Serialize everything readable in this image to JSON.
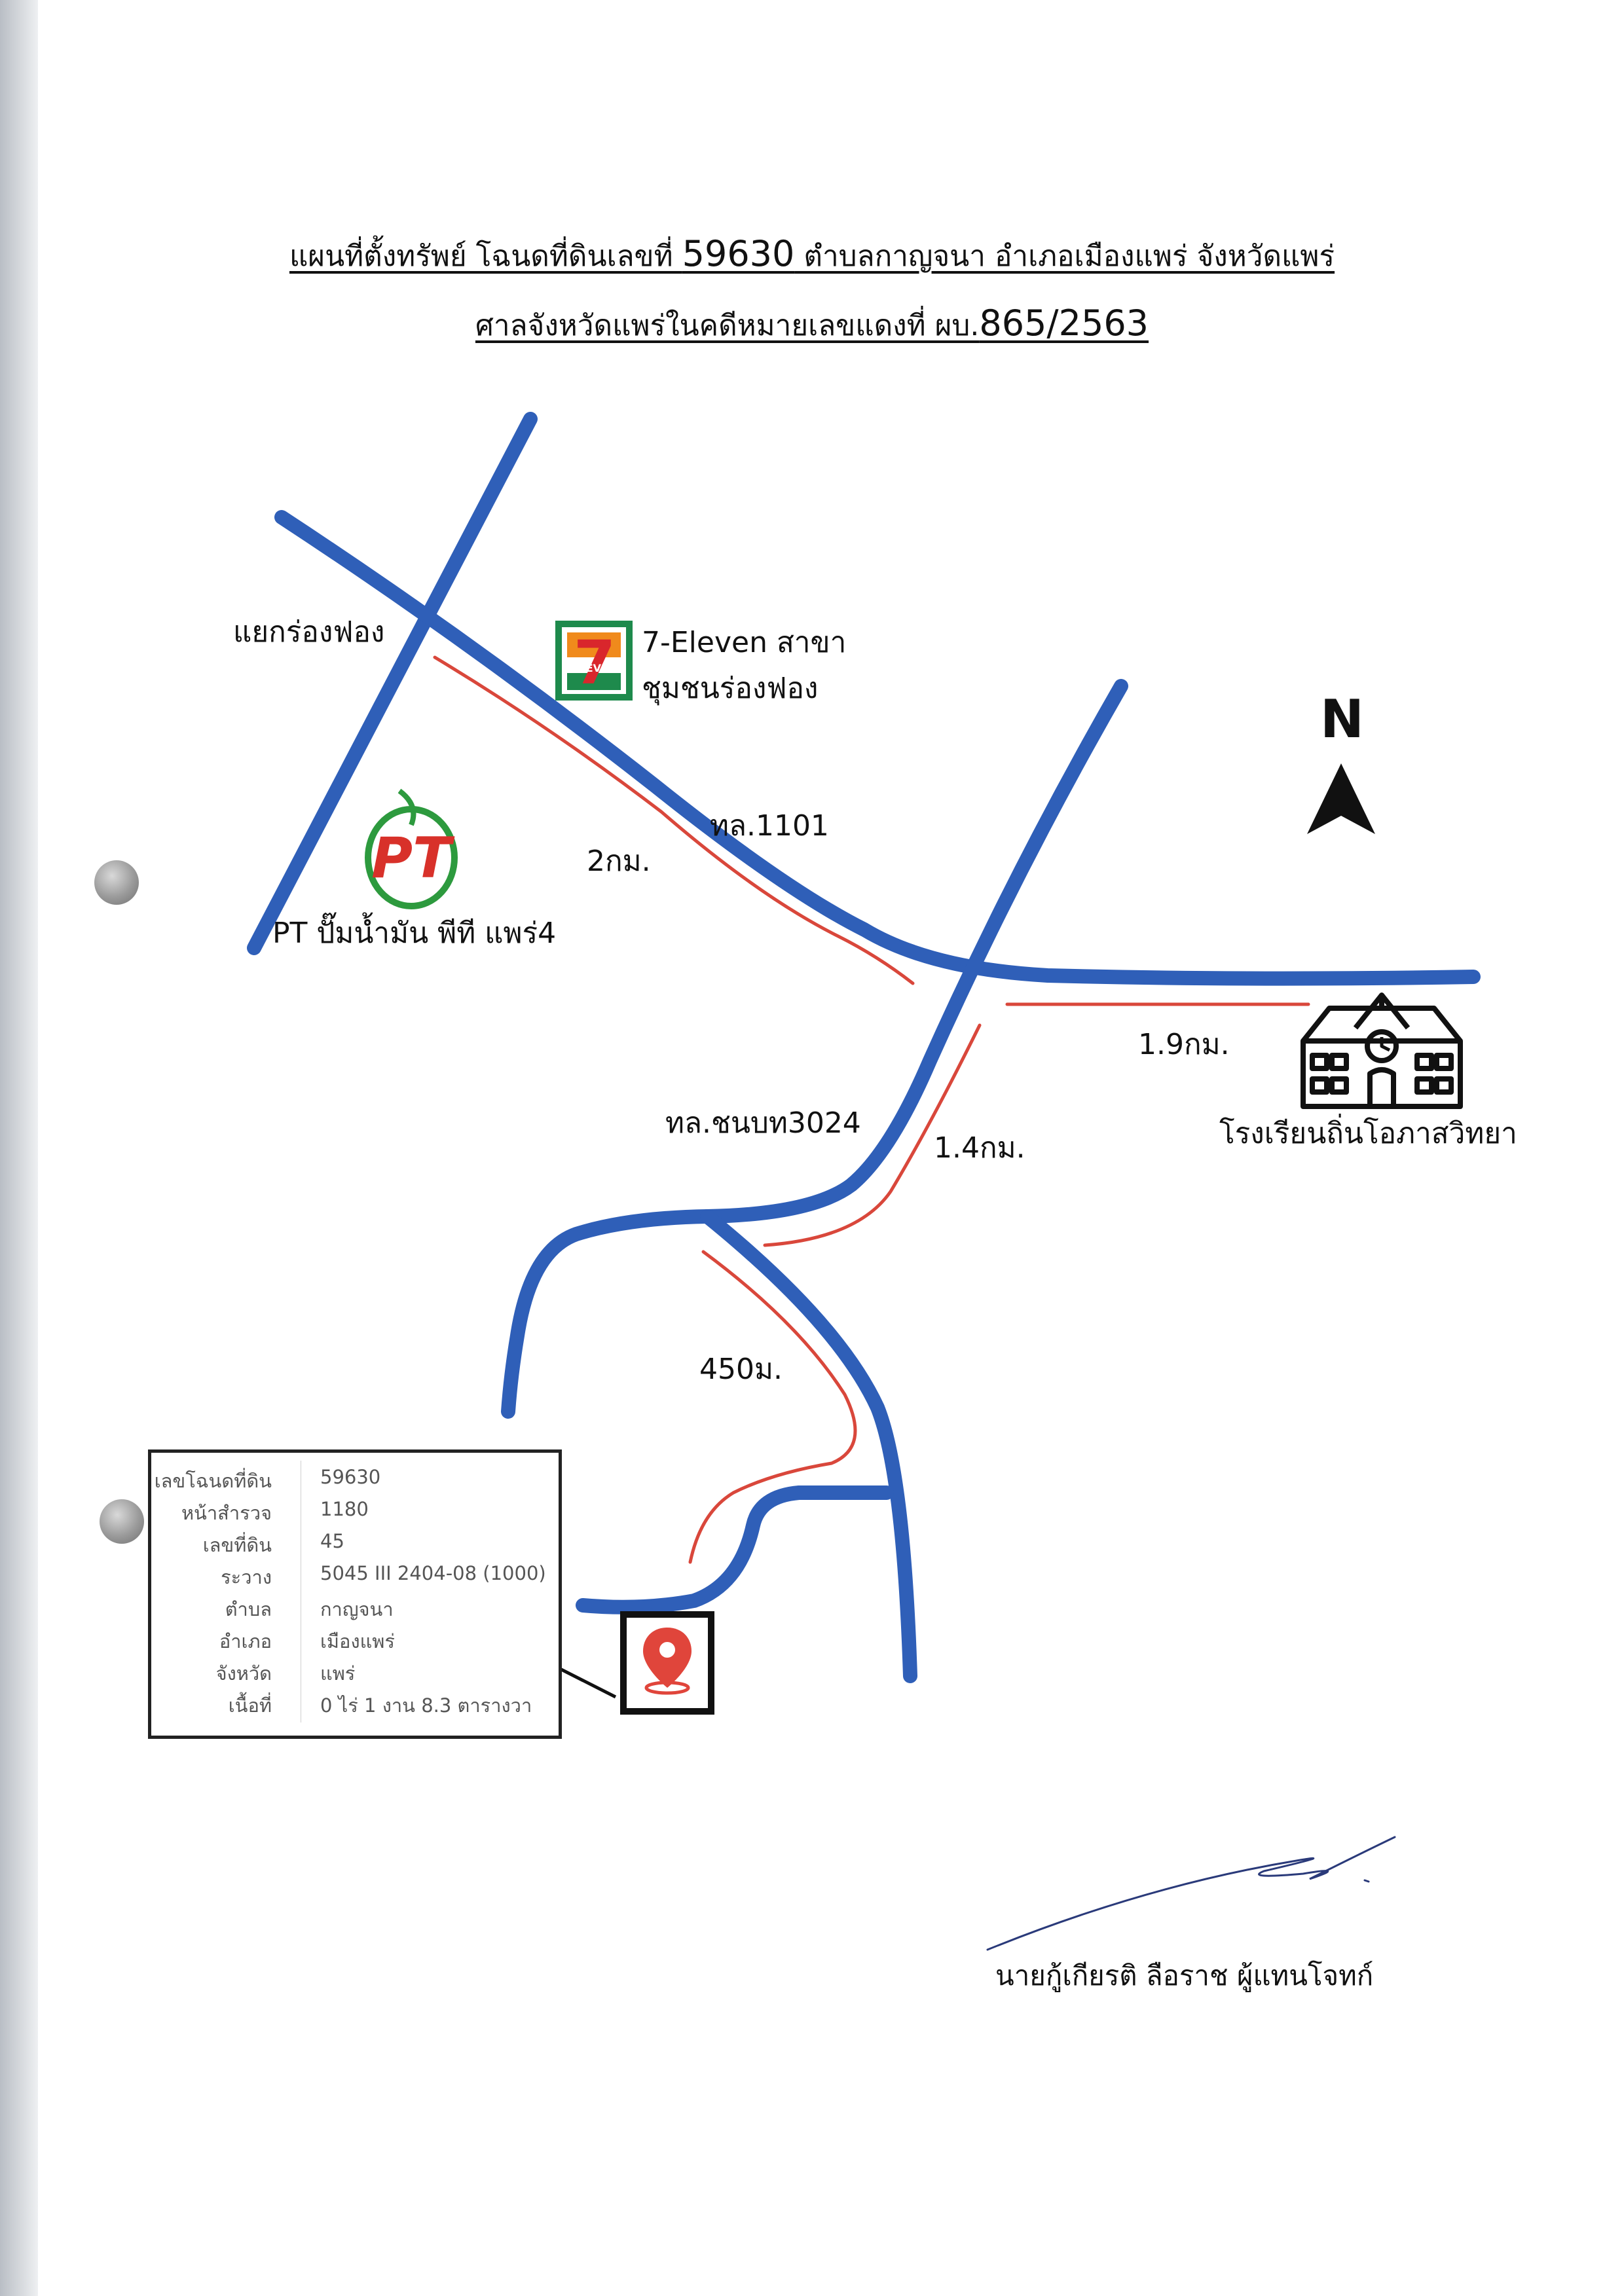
{
  "title": {
    "line1_pre": "แผนที่ตั้งทรัพย์ โฉนดที่ดินเลขที่ ",
    "line1_num": "59630",
    "line1_post": " ตำบลกาญจนา อำเภอเมืองแพร่ จังหวัดแพร่",
    "line2_pre": "ศาลจังหวัดแพร่ในคดีหมายเลขแดงที่ ผบ.",
    "line2_num": "865/2563"
  },
  "map": {
    "roads": {
      "road_1101": "ทล.1101",
      "road_3024": "ทล.ชนบท3024"
    },
    "places": {
      "junction": "แยกร่องฟอง",
      "seven_eleven_line1": "7-Eleven สาขา",
      "seven_eleven_line2": "ชุมชนร่องฟอง",
      "seven_eleven_logo_text": "ELEVEN",
      "seven_eleven_logo_num": "7",
      "pt_station": "PT ปั๊มน้ำมัน พีที แพร่4",
      "pt_logo_text": "PT",
      "school": "โรงเรียนถิ่นโอภาสวิทยา"
    },
    "distances": {
      "d_2km": "2กม.",
      "d_1_9km": "1.9กม.",
      "d_1_4km": "1.4กม.",
      "d_450m": "450ม."
    },
    "north_label": "N",
    "colors": {
      "road": "#2f5fb8",
      "route": "#d9473b",
      "pin": "#e0453b",
      "seven_green": "#1e8a4c",
      "seven_orange": "#f08a1c",
      "seven_red": "#d9262c",
      "pt_green": "#2d9a3e",
      "pt_red": "#d8312a"
    },
    "icons": [
      "seven-eleven-logo-icon",
      "pt-logo-icon",
      "school-building-icon",
      "north-arrow-icon",
      "location-pin-icon"
    ]
  },
  "deed_info": {
    "rows": [
      {
        "key": "เลขโฉนดที่ดิน",
        "value": "59630"
      },
      {
        "key": "หน้าสำรวจ",
        "value": "1180"
      },
      {
        "key": "เลขที่ดิน",
        "value": "45"
      },
      {
        "key": "ระวาง",
        "value": "5045 III 2404-08 (1000)"
      },
      {
        "key": "ตำบล",
        "value": "กาญจนา"
      },
      {
        "key": "อำเภอ",
        "value": "เมืองแพร่"
      },
      {
        "key": "จังหวัด",
        "value": "แพร่"
      },
      {
        "key": "เนื้อที่",
        "value": "0 ไร่ 1 งาน 8.3 ตารางวา"
      }
    ]
  },
  "signature": {
    "name": "นายกู้เกียรติ ลือราช ผู้แทนโจทก์"
  }
}
